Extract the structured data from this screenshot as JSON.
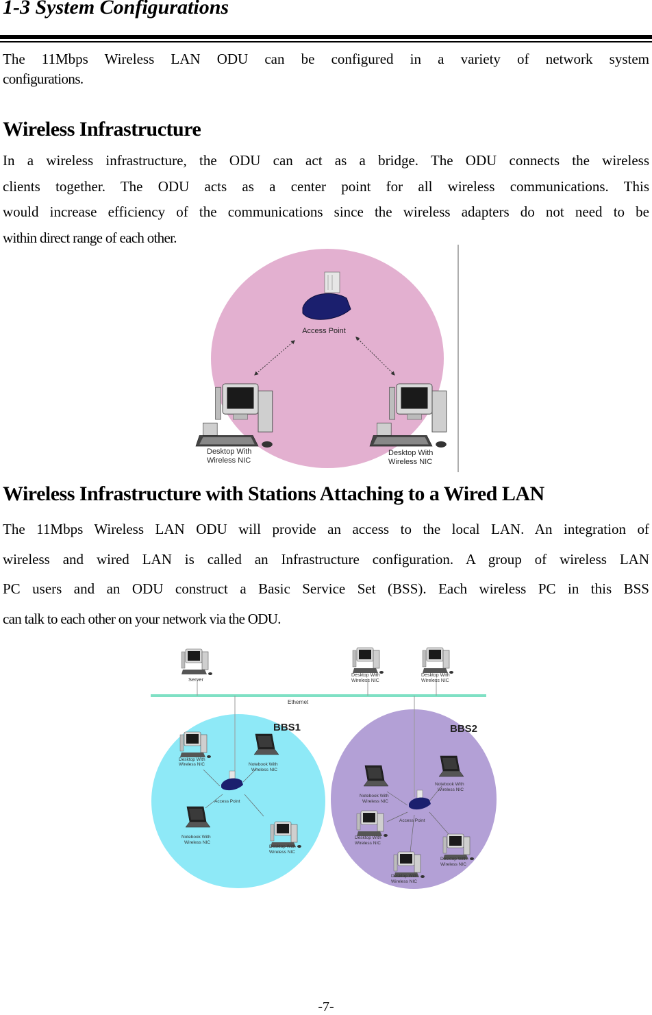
{
  "section_title": "1-3 System Configurations",
  "intro": {
    "line1": "The 11Mbps Wireless LAN ODU can be configured in a variety of network system",
    "line2": "configurations."
  },
  "infrastructure": {
    "heading": "Wireless Infrastructure",
    "lines": [
      "In a wireless infrastructure, the ODU can act as a bridge.  The ODU connects the wireless",
      "clients together.  The ODU acts as a center point for all wireless communications.  This",
      "would increase efficiency of the communications since the wireless adapters do not need to be",
      "within direct range of each other."
    ],
    "figure": {
      "access_point_label": "Access Point",
      "desktop_left_label_1": "Desktop With",
      "desktop_left_label_2": "Wireless NIC",
      "desktop_right_label_1": "Desktop With",
      "desktop_right_label_2": "Wireless NIC",
      "colors": {
        "cell": "#e3b0d0",
        "device": "#1b1f6e"
      }
    }
  },
  "wired_lan": {
    "heading": "Wireless Infrastructure with Stations Attaching to a Wired LAN",
    "lines": [
      "The 11Mbps Wireless LAN ODU will provide an access to the local LAN.  An integration of",
      "wireless and wired LAN is called an Infrastructure configuration.  A group of wireless LAN",
      "PC users and an ODU construct a Basic Service Set (BSS).  Each wireless PC in this BSS",
      "can talk to each other on your network via the ODU."
    ],
    "figure": {
      "server_label": "Server",
      "ethernet_label": "Ethernet",
      "top_desktop1_l1": "Desktop With",
      "top_desktop1_l2": "Wireless NIC",
      "top_desktop2_l1": "Desktop With",
      "top_desktop2_l2": "Wireless NIC",
      "bss1": {
        "label": "BBS1",
        "desktop_l1": "Desktop With",
        "desktop_l2": "Wireless NIC",
        "notebook_l1": "Notebook With",
        "notebook_l2": "Wireless NIC",
        "ap_label": "Access Point",
        "notebook2_l1": "Notebook With",
        "notebook2_l2": "Wireless NIC",
        "desktop2_l1": "Desktop With",
        "desktop2_l2": "Wireless NIC"
      },
      "bss2": {
        "label": "BBS2",
        "notebook_l1": "Notebook With",
        "notebook_l2": "Wireless NIC",
        "notebook2_l1": "Notebook With",
        "notebook2_l2": "Wireless NIC",
        "ap_label": "Access Point",
        "desktop_l1": "Desktop With",
        "desktop_l2": "Wireless NIC",
        "desktop2_l1": "Desktop With",
        "desktop2_l2": "Wireless NIC",
        "desktop3_l1": "Desktop With",
        "desktop3_l2": "Wireless NIC"
      },
      "colors": {
        "bss1": "#8ee9f7",
        "bss2": "#b3a0d6",
        "ethernet": "#7fe0c4"
      }
    }
  },
  "page_number": "-7-"
}
